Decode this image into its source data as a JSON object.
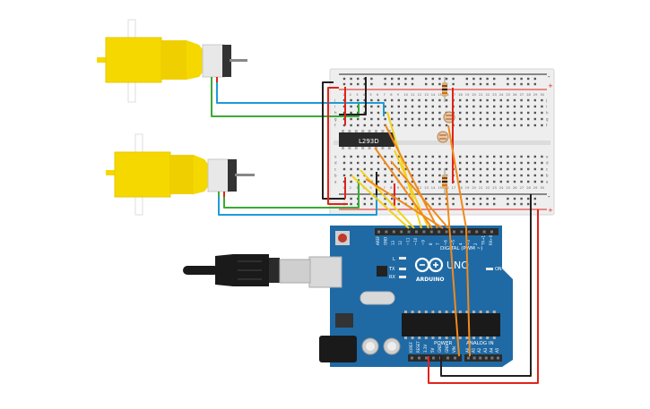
{
  "breadboard": {
    "column_numbers": [
      "1",
      "2",
      "3",
      "4",
      "5",
      "6",
      "7",
      "8",
      "9",
      "10",
      "11",
      "12",
      "13",
      "14",
      "15",
      "16",
      "17",
      "18",
      "19",
      "20",
      "21",
      "22",
      "23",
      "24",
      "25",
      "26",
      "27",
      "28",
      "29",
      "30"
    ],
    "row_letters_top": [
      "j",
      "i",
      "h",
      "g",
      "f"
    ],
    "row_letters_bottom": [
      "e",
      "d",
      "c",
      "b",
      "a"
    ],
    "rail_plus": "+",
    "rail_minus": "-"
  },
  "chip": {
    "label": "L293D"
  },
  "arduino": {
    "brand": "ARDUINO",
    "model": "UNO",
    "digital_header": "DIGITAL (PWM ~)",
    "power_header": "POWER",
    "analog_header": "ANALOG IN",
    "led_l": "L",
    "led_tx": "TX",
    "led_rx": "RX",
    "led_on": "ON",
    "digital_pins": [
      "AREF",
      "GND",
      "13",
      "12",
      "~11",
      "~10",
      "~9",
      "8",
      "7",
      "~6",
      "~5",
      "4",
      "~3",
      "2",
      "TX→1",
      "RX←0"
    ],
    "power_pins": [
      "IOREF",
      "RESET",
      "3.3V",
      "5V",
      "GND",
      "GND",
      "VIN"
    ],
    "analog_pins": [
      "A0",
      "A1",
      "A2",
      "A3",
      "A4",
      "A5"
    ]
  },
  "colors": {
    "motor_yellow": "#f5d800",
    "arduino_blue": "#1f6aa5",
    "wire_red": "#e2231a",
    "wire_black": "#231f20",
    "wire_green": "#3aaa35",
    "wire_blue": "#1d9bd7",
    "wire_yellow": "#f2d21b",
    "wire_orange": "#f08a1c",
    "breadboard": "#eeeeee"
  },
  "components": {
    "motors": [
      "dc-gear-motor-top",
      "dc-gear-motor-bottom"
    ],
    "resistors": 2,
    "photoresistors": 2,
    "usb_cable": "usb-b-cable"
  }
}
